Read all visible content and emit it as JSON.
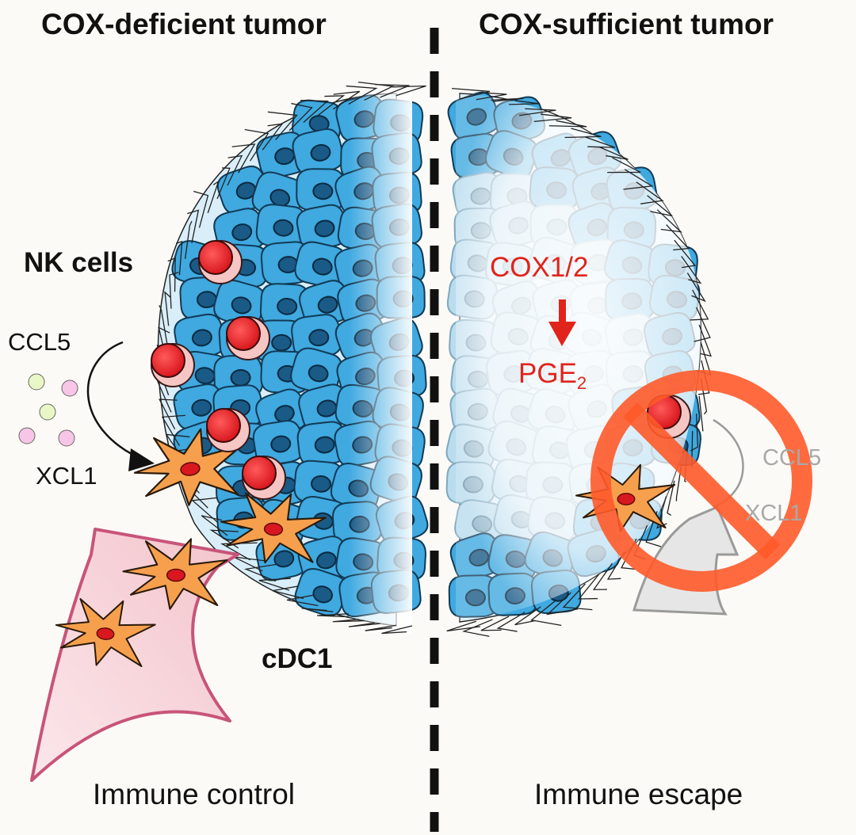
{
  "left_panel": {
    "title": "COX-deficient tumor",
    "nk_label": "NK cells",
    "ccl5_label": "CCL5",
    "xcl1_label": "XCL1",
    "cdc1_label": "cDC1",
    "outcome": "Immune control"
  },
  "right_panel": {
    "title": "COX-sufficient tumor",
    "cox_label": "COX1/2",
    "pge_label": "PGE",
    "pge_subscript": "2",
    "ccl5_label": "CCL5",
    "xcl1_label": "XCL1",
    "outcome": "Immune escape"
  },
  "colors": {
    "tumor_cell": "#3fa9e0",
    "nucleus": "#1a5a86",
    "nk_cell": "#e8262b",
    "cdc1_cell": "#f6a04d",
    "arrow_pink": "#c8547a",
    "cox_red": "#e0241b",
    "prohibited_orange": "#ff5a2a"
  },
  "icons": [
    "prohibited-icon",
    "down-arrow-icon",
    "curved-arrow-icon"
  ]
}
